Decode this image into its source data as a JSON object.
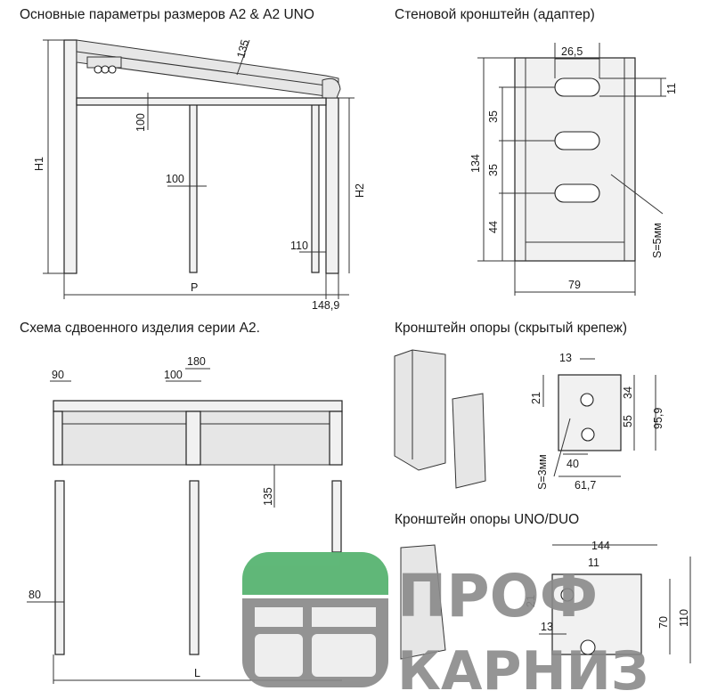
{
  "titles": {
    "main": "Основные параметры размеров А2 & А2 UNO",
    "wall_bracket": "Стеновой кронштейн (адаптер)",
    "double_scheme": "Схема сдвоенного изделия серии А2.",
    "support_hidden": "Кронштейн опоры (скрытый крепеж)",
    "support_uno": "Кронштейн опоры UNO/DUO"
  },
  "side_view": {
    "dim_135": "135",
    "dim_100_v": "100",
    "dim_100_h": "100",
    "dim_h1": "H1",
    "dim_h2": "H2",
    "dim_110": "110",
    "dim_p": "P",
    "dim_148_9": "148,9"
  },
  "wall_bracket": {
    "dim_26_5": "26,5",
    "dim_11": "11",
    "dim_35_a": "35",
    "dim_35_b": "35",
    "dim_44": "44",
    "dim_134": "134",
    "dim_79": "79",
    "thickness": "S=5мм"
  },
  "double_scheme": {
    "dim_90": "90",
    "dim_180": "180",
    "dim_100": "100",
    "dim_135": "135",
    "dim_80": "80",
    "dim_l": "L"
  },
  "support_hidden": {
    "dim_13": "13",
    "dim_21": "21",
    "dim_34": "34",
    "dim_55": "55",
    "dim_95_9": "95,9",
    "dim_40": "40",
    "dim_61_7": "61,7",
    "thickness": "S=3мм"
  },
  "support_uno": {
    "dim_144": "144",
    "dim_11": "11",
    "dim_21": "21",
    "dim_13": "13",
    "dim_70": "70",
    "dim_110": "110"
  },
  "brand": {
    "line1": "ПРОФ",
    "line2": "КАРНИЗ",
    "colors": {
      "green": "#4fb06a",
      "grey": "#888888"
    }
  }
}
